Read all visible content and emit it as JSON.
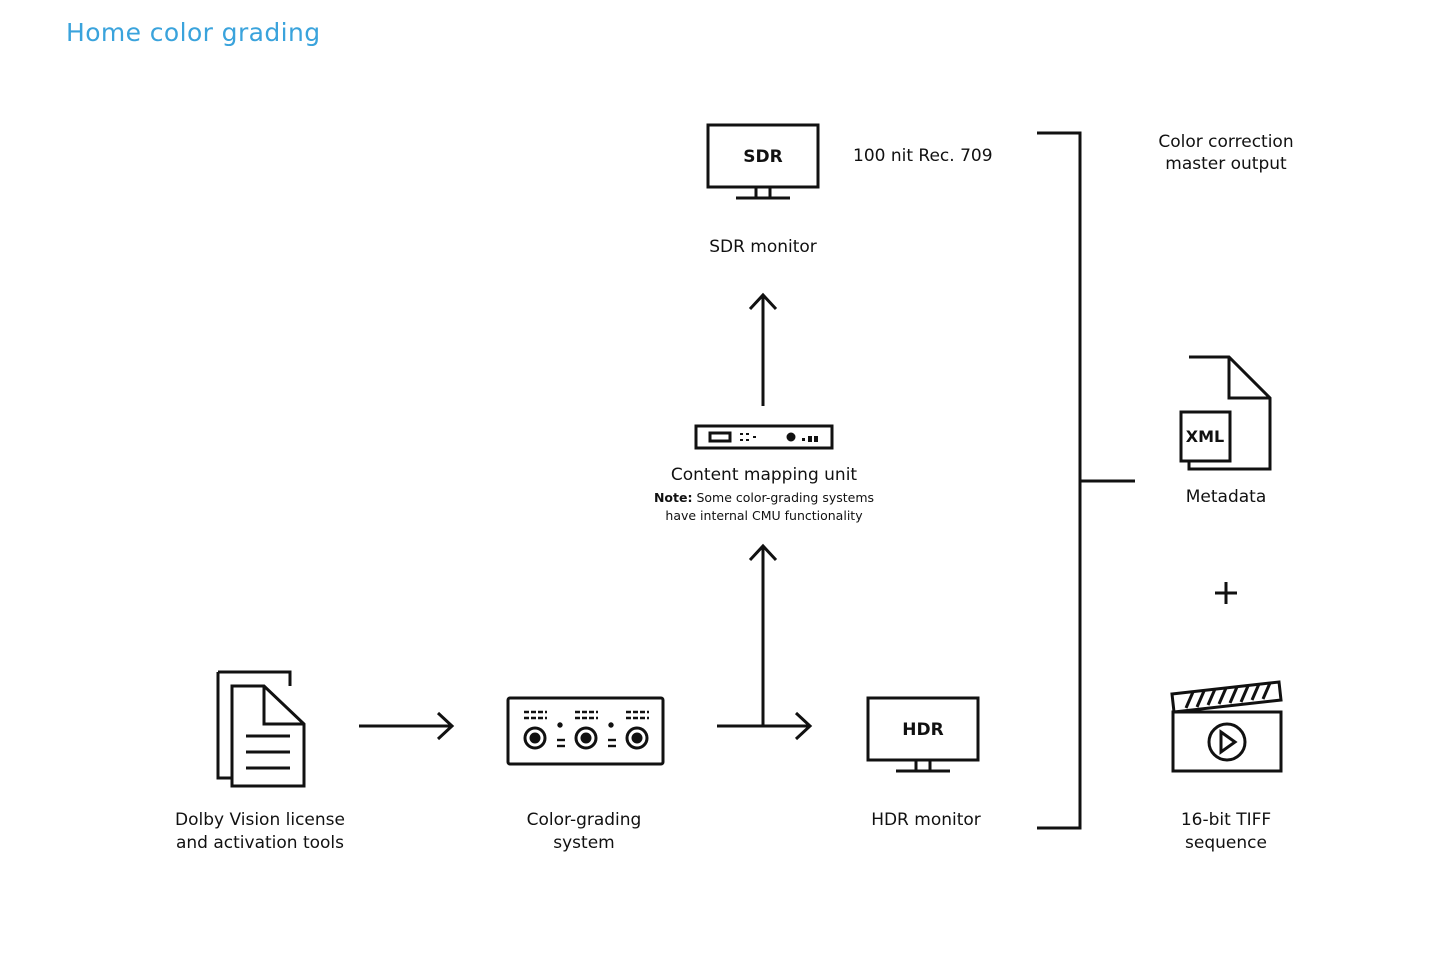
{
  "title": "Home color grading",
  "colors": {
    "title": "#3aa3dc",
    "stroke": "#111111",
    "background": "#ffffff"
  },
  "nodes": {
    "license": {
      "line1": "Dolby Vision license",
      "line2": "and activation tools",
      "icon": "documents-icon"
    },
    "grading": {
      "line1": "Color-grading",
      "line2": "system",
      "icon": "grading-panel-icon"
    },
    "hdr": {
      "label": "HDR monitor",
      "screen_text": "HDR",
      "icon": "monitor-icon"
    },
    "cmu": {
      "label": "Content mapping unit",
      "note_bold": "Note:",
      "note_rest": " Some color-grading systems",
      "note_line2": "have internal CMU functionality",
      "icon": "cmu-device-icon"
    },
    "sdr": {
      "label": "SDR monitor",
      "screen_text": "SDR",
      "spec": "100 nit Rec. 709",
      "icon": "monitor-icon"
    }
  },
  "output": {
    "header_line1": "Color correction",
    "header_line2": "master output",
    "metadata": {
      "label": "Metadata",
      "file_tag": "XML",
      "icon": "xml-file-icon"
    },
    "plus": "+",
    "tiff": {
      "line1": "16-bit TIFF",
      "line2": "sequence",
      "icon": "clapperboard-icon"
    }
  }
}
